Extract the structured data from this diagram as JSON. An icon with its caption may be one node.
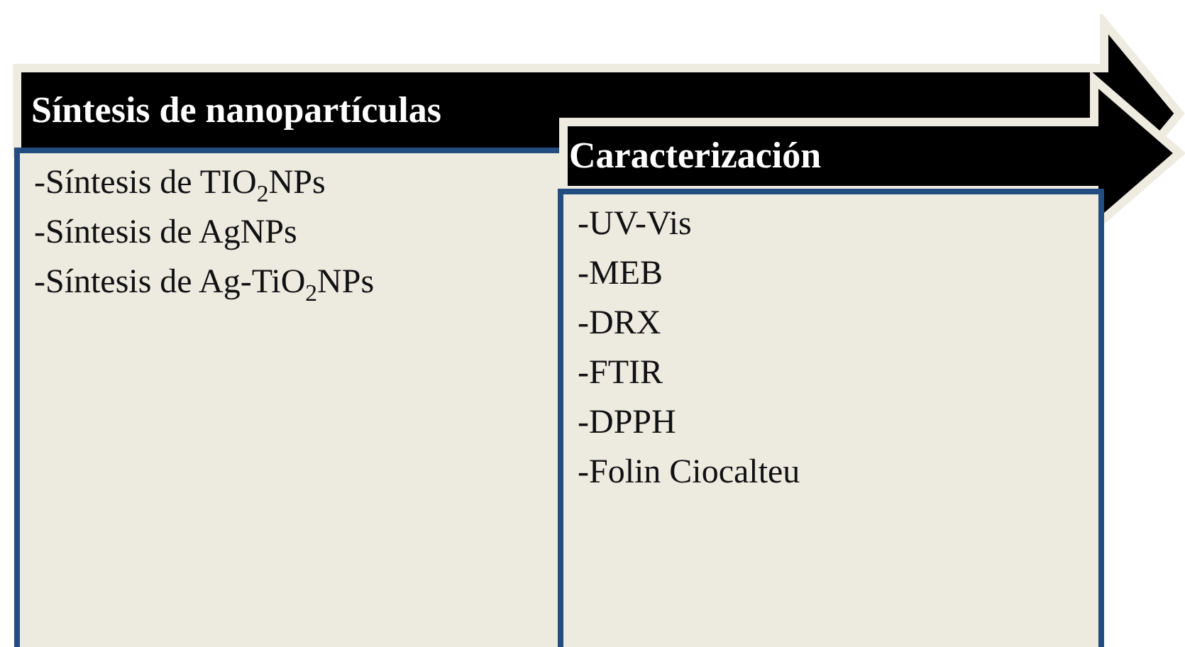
{
  "diagram": {
    "nodes": [
      {
        "text": [
          "Síntesis de nanopartículas"
        ]
      },
      {
        "text": [
          "-Síntesis de TIO$_{2}$NPs",
          "-Síntesis de AgNPs",
          "-Síntesis de Ag-TiO$_{2}$NPs"
        ]
      },
      {
        "text": [
          "Caracterización"
        ]
      },
      {
        "text": [
          "-UV-Vis",
          "-MEB",
          "-DRX",
          "-FTIR",
          "-DPPH",
          "-Folin Ciocalteu"
        ]
      }
    ]
  }
}
